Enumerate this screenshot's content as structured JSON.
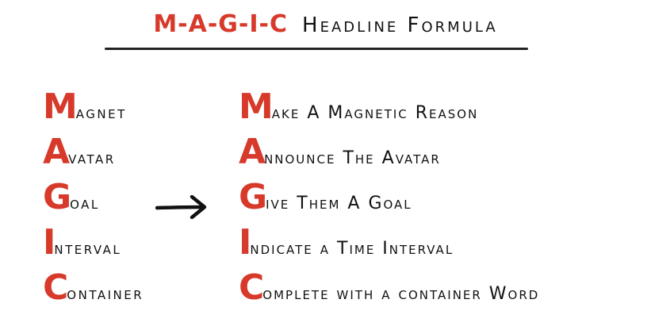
{
  "title": {
    "magic": "M-A-G-I-C",
    "rest": "Headline Formula"
  },
  "left": [
    {
      "initial": "M",
      "rest": "agnet"
    },
    {
      "initial": "A",
      "rest": "vatar"
    },
    {
      "initial": "G",
      "rest": "oal"
    },
    {
      "initial": "I",
      "rest": "nterval"
    },
    {
      "initial": "C",
      "rest": "ontainer"
    }
  ],
  "right": [
    {
      "initial": "M",
      "rest": "ake A Magnetic Reason"
    },
    {
      "initial": "A",
      "rest": "nnounce The Avatar"
    },
    {
      "initial": "G",
      "rest": "ive Them A Goal"
    },
    {
      "initial": "I",
      "rest": "ndicate a Time Interval"
    },
    {
      "initial": "C",
      "rest": "omplete with a container Word"
    }
  ],
  "colors": {
    "accent": "#d73a2b",
    "ink": "#111111",
    "background": "#ffffff"
  },
  "icons": {
    "arrow": "right-arrow-icon"
  }
}
